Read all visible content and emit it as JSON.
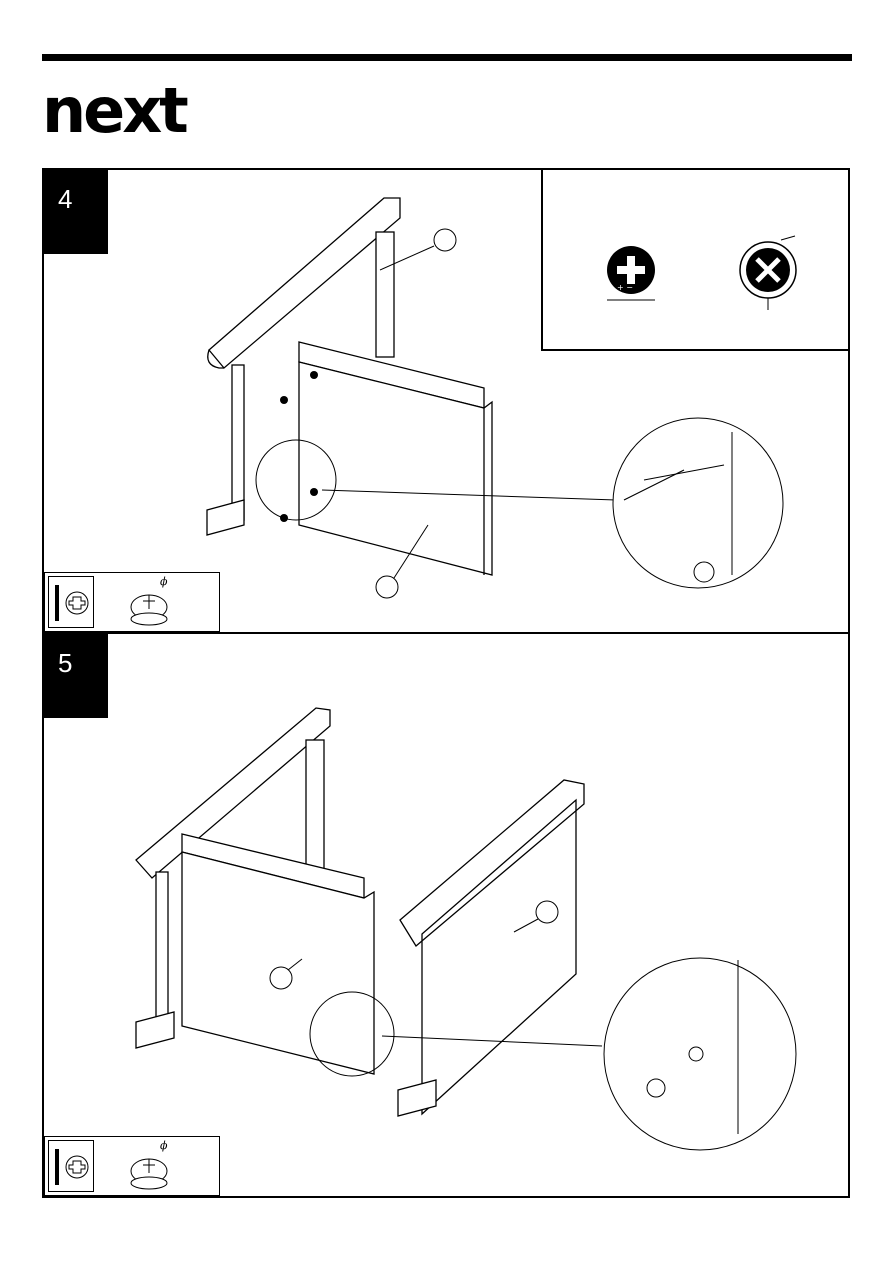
{
  "header": {
    "brand": "next"
  },
  "steps": [
    {
      "number": "4"
    },
    {
      "number": "5"
    }
  ],
  "tool_symbols": {
    "phi": "ϕ"
  },
  "icons": [
    "screwdriver-icon",
    "phillips-screw-icon",
    "cam-lock-icon",
    "tighten-icon",
    "do-not-overtighten-icon"
  ]
}
